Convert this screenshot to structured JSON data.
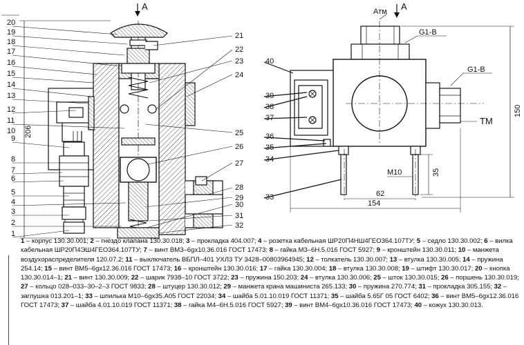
{
  "left_view": {
    "arrow_label": "A",
    "callouts_left": [
      "1",
      "2",
      "3",
      "4",
      "5",
      "6",
      "7",
      "8",
      "9",
      "10",
      "11",
      "12",
      "13",
      "14",
      "15",
      "16",
      "17",
      "18",
      "19",
      "20"
    ],
    "callouts_right": [
      "21",
      "22",
      "23",
      "24",
      "25",
      "26",
      "27",
      "28",
      "29",
      "30",
      "31",
      "32"
    ],
    "height_dim": "206"
  },
  "right_view": {
    "atm_label": "Атм",
    "arrow_label": "A",
    "thread_top": "G1-B",
    "thread_right": "G1-B",
    "tm_label": "ТМ",
    "callouts": [
      "40",
      "39",
      "38",
      "37",
      "36",
      "35",
      "34",
      "33"
    ],
    "dim_height": "150",
    "dim_35": "35",
    "dim_62": "62",
    "dim_154": "154",
    "dim_m10": "M10"
  },
  "legend": [
    {
      "n": "1",
      "t": " – корпус 130.30.001; "
    },
    {
      "n": "2",
      "t": " – гнездо клапана 130.30.018; "
    },
    {
      "n": "3",
      "t": " – прокладка 404.007; "
    },
    {
      "n": "4",
      "t": " – розетка кабельная ШР20П4НШ4ГЕО364.107ТУ; "
    },
    {
      "n": "5",
      "t": " – седло 130.30.002; "
    },
    {
      "n": "6",
      "t": " – вилка кабельная ШР20П4ЭШ4ГЕО364.107ТУ; "
    },
    {
      "n": "7",
      "t": " – винт ВМ3–6gх10.36.016 ГОСТ 17473; "
    },
    {
      "n": "8",
      "t": " – гайка М3–6Н.5.016 ГОСТ 5927; "
    },
    {
      "n": "9",
      "t": " – кронштейн 130.30.011; "
    },
    {
      "n": "10",
      "t": " – манжета воздухораспределителя 120.07.2; "
    },
    {
      "n": "11",
      "t": " – выключатель ВБПЛ–401 УХЛ3 ТУ 3428–00803964945; "
    },
    {
      "n": "12",
      "t": " – толкатель 130.30.007; "
    },
    {
      "n": "13",
      "t": " – втулка 130.30.005; "
    },
    {
      "n": "14",
      "t": " – пружина 254.14; "
    },
    {
      "n": "15",
      "t": " – винт ВМ5–6gх12.36.016 ГОСТ 17473; "
    },
    {
      "n": "16",
      "t": " – кронштейн 130.30.016; "
    },
    {
      "n": "17",
      "t": " – гайка 130.30.004; "
    },
    {
      "n": "18",
      "t": " – втулка 130.30.008; "
    },
    {
      "n": "19",
      "t": " – штифт 130.30.017; "
    },
    {
      "n": "20",
      "t": " – кнопка 130.30.014–1; "
    },
    {
      "n": "21",
      "t": " – винт 130.30.009; "
    },
    {
      "n": "22",
      "t": " – шарик 7938–10 ГОСТ 3722; "
    },
    {
      "n": "23",
      "t": " – пружина 150.203; "
    },
    {
      "n": "24",
      "t": " – втулка 130.30.006; "
    },
    {
      "n": "25",
      "t": " – шток 130.30.015; "
    },
    {
      "n": "26",
      "t": " – поршень 130.30.019; "
    },
    {
      "n": "27",
      "t": " – кольцо 028–033–30–2–3 ГОСТ 9833; "
    },
    {
      "n": "28",
      "t": " – штуцер 130.30.012; "
    },
    {
      "n": "29",
      "t": " – манжета крана машиниста 265.133; "
    },
    {
      "n": "30",
      "t": " – пружина 270.774; "
    },
    {
      "n": "31",
      "t": " – прокладка 305.155; "
    },
    {
      "n": "32",
      "t": " – заглушка 013.201–1; "
    },
    {
      "n": "33",
      "t": " – шпилька М10–6gх35.А05 ГОСТ 22034; "
    },
    {
      "n": "34",
      "t": " – шайба 5.01.10.019 ГОСТ 11371; "
    },
    {
      "n": "35",
      "t": " – шайба 5.65Г 05 ГОСТ 6402; "
    },
    {
      "n": "36",
      "t": " – винт ВМ5–6gх12.36.016 ГОСТ 17473; "
    },
    {
      "n": "37",
      "t": " – шайба 4.01.10.019 ГОСТ 11371; "
    },
    {
      "n": "38",
      "t": " – гайка М4–6Н.5.016 ГОСТ 5927; "
    },
    {
      "n": "39",
      "t": " – винт ВМ4–6gх10.36.016 ГОСТ 17473; "
    },
    {
      "n": "40",
      "t": " – кожух 130.30.013."
    }
  ]
}
